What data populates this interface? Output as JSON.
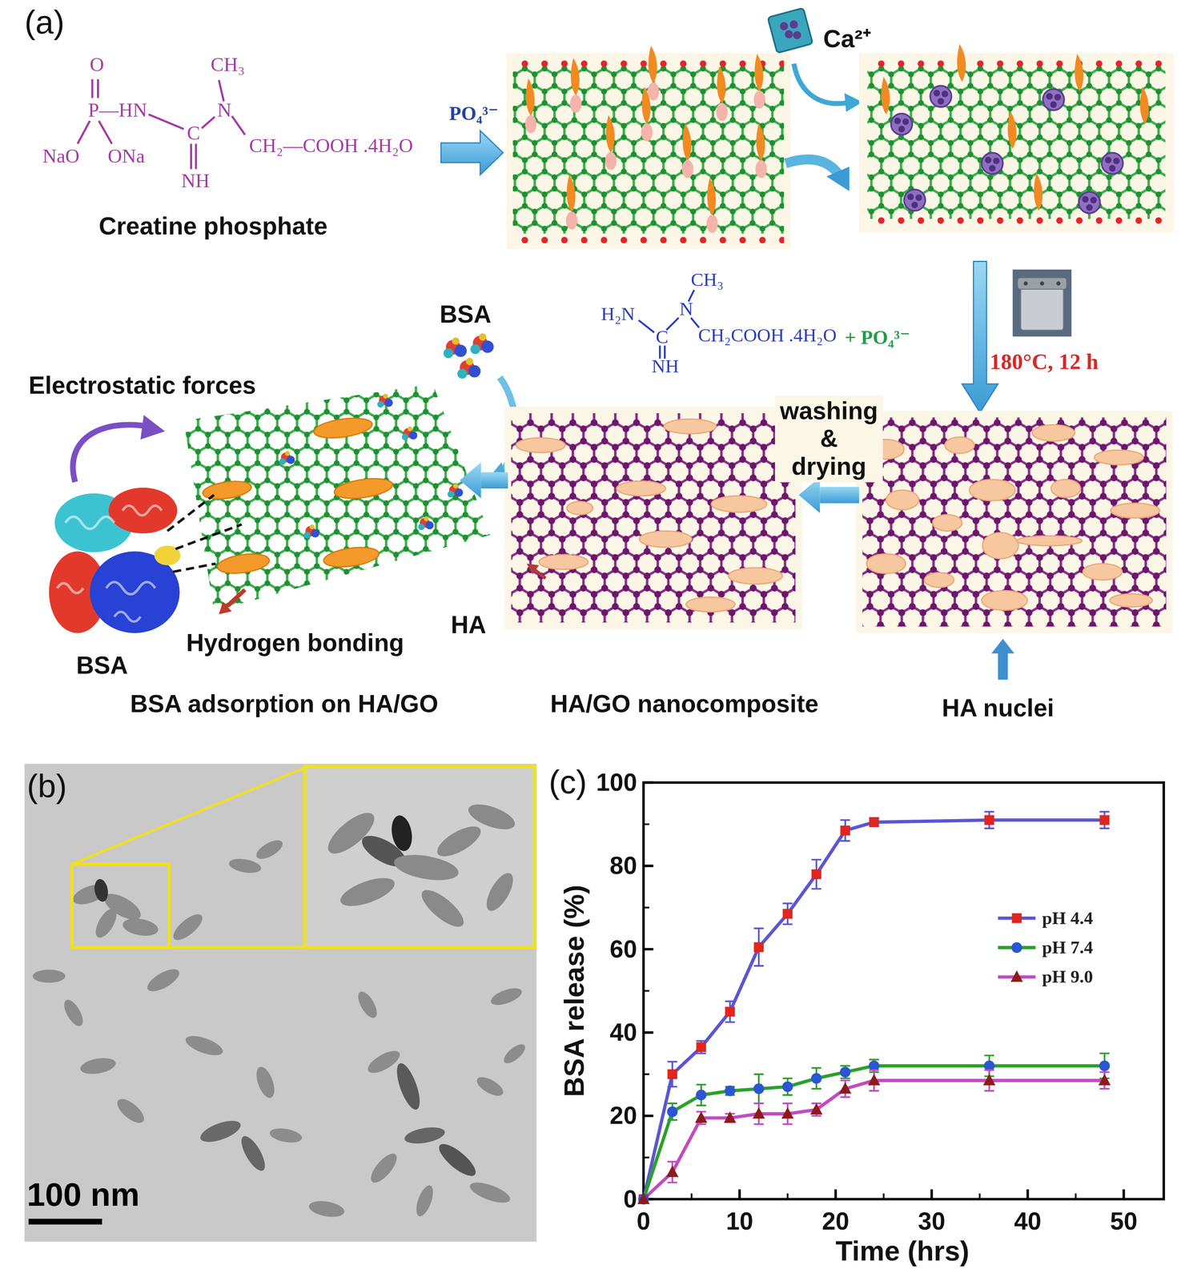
{
  "diagram": {
    "nodes": [
      {
        "text": [
          "Creatine phosphate"
        ]
      },
      {
        "text": [
          "BSA adsorption on HA/GO"
        ]
      },
      {
        "text": [
          "HA/GO nanocomposite"
        ]
      },
      {
        "text": [
          "HA nuclei"
        ]
      }
    ],
    "edges": [
      {
        "from": 3,
        "to": 2,
        "arrow": "to",
        "label": "washing & drying"
      },
      {
        "from": 2,
        "to": 1,
        "arrow": "to"
      }
    ],
    "labels": [
      "(a)",
      "O",
      "CH₃",
      "P—HN",
      "N",
      "C",
      "NaO",
      "ONa",
      "CH₂—COOH .4H₂O",
      "NH",
      "PO₄³⁻",
      "Ca²⁺",
      "BSA",
      "CH₃",
      "H₂N",
      "N",
      "C",
      "CH₂COOH .4H₂O",
      "+ PO₄³⁻",
      "NH",
      "180°C, 12 h",
      "Electrostatic forces",
      "BSA",
      "Hydrogen bonding",
      "HA",
      "(b)",
      "100 nm",
      "(c)",
      "100",
      "80",
      "60",
      "40",
      "20",
      "0",
      "BSA release (%)",
      "0",
      "10",
      "20",
      "30",
      "40",
      "50",
      "Time (hrs)"
    ],
    "legend": [
      {
        "text": "pH 4.4"
      },
      {
        "text": "pH 7.4"
      },
      {
        "text": "pH 9.0"
      }
    ]
  }
}
